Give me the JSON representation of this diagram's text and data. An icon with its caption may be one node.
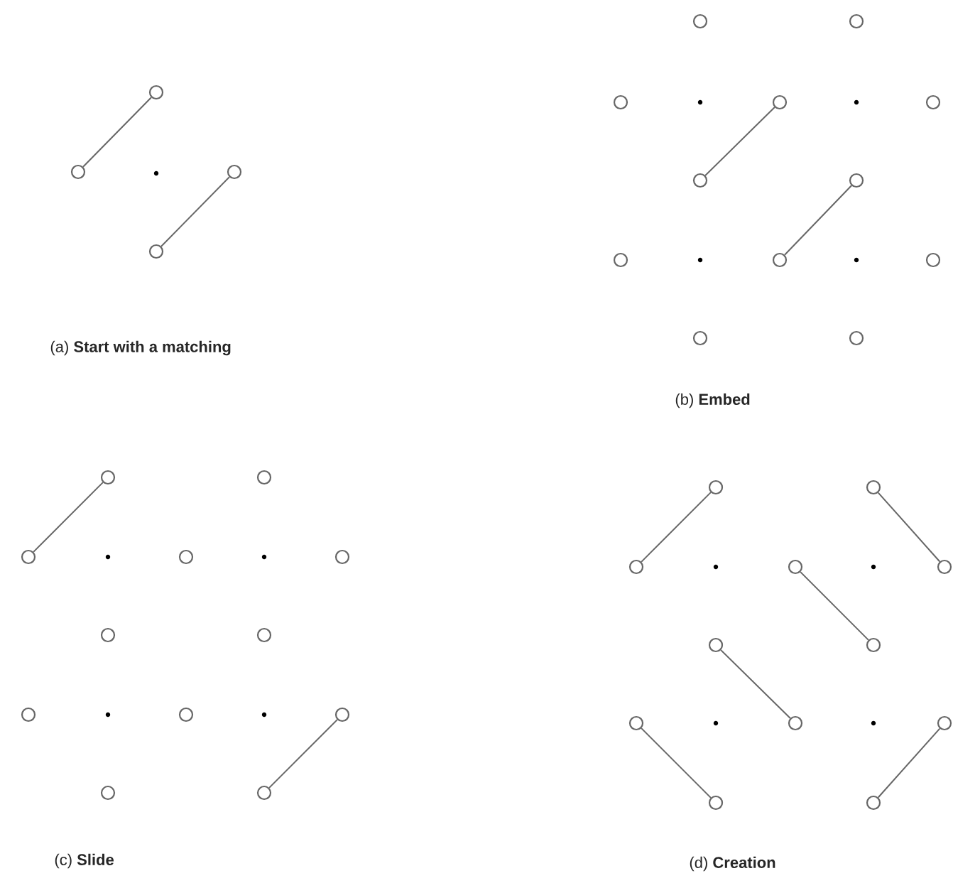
{
  "diagram": {
    "nodes": [
      {
        "text": [],
        "shape": "circle"
      },
      {
        "text": [],
        "shape": "circle"
      },
      {
        "text": [],
        "shape": "circle"
      },
      {
        "text": [],
        "shape": "circle"
      },
      {
        "text": [],
        "shape": "circle"
      },
      {
        "text": [],
        "shape": "circle"
      },
      {
        "text": [],
        "shape": "circle"
      },
      {
        "text": [],
        "shape": "circle"
      },
      {
        "text": [],
        "shape": "circle"
      },
      {
        "text": [],
        "shape": "circle"
      },
      {
        "text": [],
        "shape": "circle"
      },
      {
        "text": [],
        "shape": "circle"
      },
      {
        "text": [],
        "shape": "circle"
      },
      {
        "text": [],
        "shape": "circle"
      },
      {
        "text": [],
        "shape": "circle"
      },
      {
        "text": [],
        "shape": "circle"
      },
      {
        "text": [],
        "shape": "circle"
      },
      {
        "text": [],
        "shape": "circle"
      },
      {
        "text": [],
        "shape": "circle"
      },
      {
        "text": [],
        "shape": "circle"
      },
      {
        "text": [],
        "shape": "circle"
      },
      {
        "text": [],
        "shape": "circle"
      },
      {
        "text": [],
        "shape": "circle"
      },
      {
        "text": [],
        "shape": "circle"
      },
      {
        "text": [],
        "shape": "circle"
      },
      {
        "text": [],
        "shape": "circle"
      },
      {
        "text": [],
        "shape": "circle"
      },
      {
        "text": [],
        "shape": "circle"
      },
      {
        "text": [],
        "shape": "circle"
      },
      {
        "text": [],
        "shape": "circle"
      },
      {
        "text": [],
        "shape": "circle"
      },
      {
        "text": [],
        "shape": "circle"
      },
      {
        "text": [],
        "shape": "circle"
      },
      {
        "text": [],
        "shape": "circle"
      },
      {
        "text": [],
        "shape": "circle"
      },
      {
        "text": [],
        "shape": "circle"
      },
      {
        "text": [],
        "shape": "circle"
      },
      {
        "text": [],
        "shape": "circle"
      },
      {
        "text": [],
        "shape": "circle"
      },
      {
        "text": [],
        "shape": "circle"
      }
    ],
    "edges": [
      {
        "from": 1,
        "to": 0,
        "arrow": "none"
      },
      {
        "from": 3,
        "to": 2,
        "arrow": "none"
      },
      {
        "from": 9,
        "to": 7,
        "arrow": "none"
      },
      {
        "from": 12,
        "to": 10,
        "arrow": "none"
      },
      {
        "from": 18,
        "to": 16,
        "arrow": "none"
      },
      {
        "from": 27,
        "to": 25,
        "arrow": "none"
      },
      {
        "from": 30,
        "to": 28,
        "arrow": "none"
      },
      {
        "from": 29,
        "to": 32,
        "arrow": "none"
      },
      {
        "from": 31,
        "to": 34,
        "arrow": "none"
      },
      {
        "from": 33,
        "to": 36,
        "arrow": "none"
      },
      {
        "from": 35,
        "to": 38,
        "arrow": "none"
      },
      {
        "from": 39,
        "to": 37,
        "arrow": "none"
      }
    ],
    "labels": [
      "(a) **Start with a matching**",
      "(b) **Embed**",
      "(c) **Slide**",
      "(d) **Creation**"
    ]
  }
}
